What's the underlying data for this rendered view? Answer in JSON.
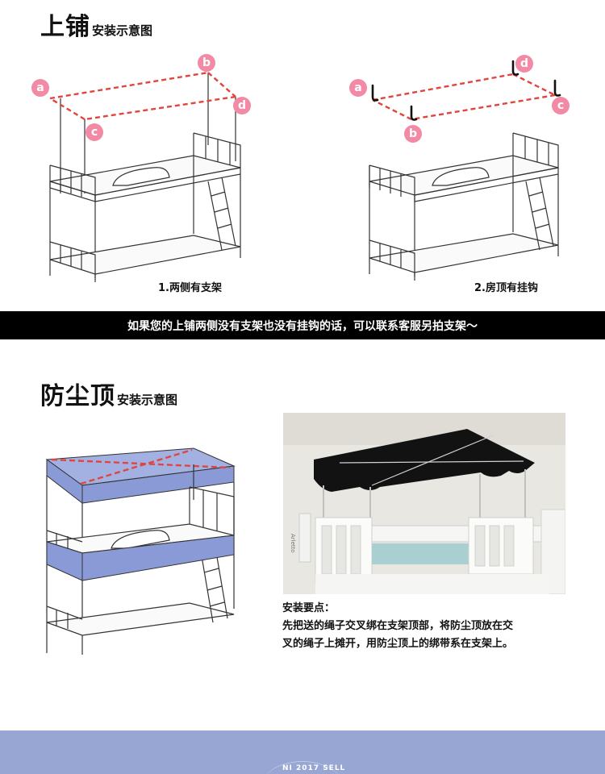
{
  "section1": {
    "title_big": "上铺",
    "title_small": "安装示意图",
    "caption_left": "1.两侧有支架",
    "caption_right": "2.房顶有挂钩",
    "markers_left": [
      "a",
      "b",
      "c",
      "d"
    ],
    "markers_right": [
      "a",
      "d",
      "c",
      "b"
    ],
    "marker_color": "#f28aa6",
    "line_color": "#e0453e"
  },
  "banner": {
    "text": "如果您的上铺两侧没有支架也没有挂钩的话，可以联系客服另拍支架～"
  },
  "section2": {
    "title_big": "防尘顶",
    "title_small": "安装示意图",
    "panel_color": "#8a9ad6",
    "photo_label": "Arletto",
    "notes_title": "安装要点：",
    "notes_line1": "先把送的绳子交叉绑在支架顶部，将防尘顶放在交",
    "notes_line2": "叉的绳子上摊开，用防尘顶上的绑带系在支架上。"
  },
  "footer": {
    "text": "NI 2017 SELL",
    "color": "#97a6d3"
  }
}
